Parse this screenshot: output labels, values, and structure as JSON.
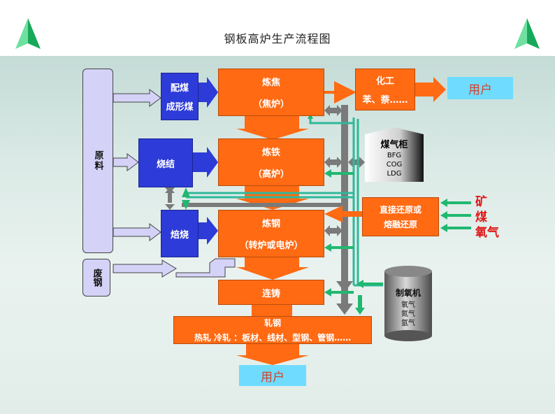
{
  "title": "钢板高炉生产流程图",
  "raw_material": {
    "label": "原料"
  },
  "scrap": {
    "label": "废钢"
  },
  "coal_blending": {
    "line1": "配煤",
    "line2": "成形煤"
  },
  "sintering": {
    "label": "烧结"
  },
  "flux_roasting": {
    "label": "焙烧"
  },
  "coking": {
    "line1": "炼焦",
    "line2": "（焦炉）"
  },
  "ironmaking": {
    "line1": "炼铁",
    "line2": "（高炉）"
  },
  "steelmaking": {
    "line1": "炼钢",
    "line2": "（转炉或电炉）"
  },
  "casting": {
    "label": "连铸"
  },
  "rolling": {
    "line1": "轧钢",
    "line2": "热轧   冷轧  ：板材、线材、型钢、管钢……"
  },
  "chemical": {
    "line1": "化工",
    "line2": "苯、萘……"
  },
  "user_top": {
    "label": "用户"
  },
  "user_bottom": {
    "label": "用户"
  },
  "gas_holder": {
    "title": "煤气柜",
    "items": [
      "BFG",
      "COG",
      "LDG"
    ]
  },
  "direct_reduction": {
    "line1": "直接还原或",
    "line2": "熔融还原"
  },
  "inputs": {
    "ore": "矿",
    "coal": "煤",
    "oxygen": "氧气"
  },
  "oxygen_plant": {
    "title": "制氧机",
    "items": [
      "氧气",
      "氮气",
      "氩气"
    ]
  },
  "colors": {
    "orange": "#ff6a13",
    "blue": "#2d3bd8",
    "lavender": "#d4d2f7",
    "user": "#6fdcff",
    "teal": "#2fb89a",
    "green_arrow": "#20b870",
    "gray": "#7a7a7a"
  }
}
